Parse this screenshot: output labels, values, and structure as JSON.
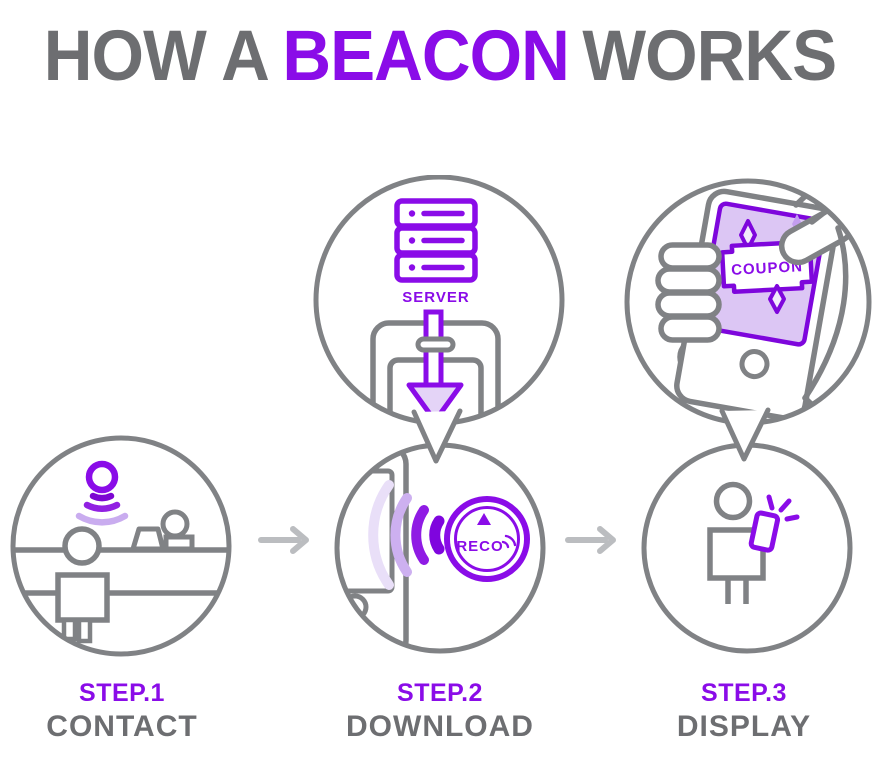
{
  "title": {
    "prefix": "HOW A",
    "highlight": "BEACON",
    "suffix": "WORKS"
  },
  "steps": [
    {
      "label": "STEP.1",
      "name": "CONTACT"
    },
    {
      "label": "STEP.2",
      "name": "DOWNLOAD"
    },
    {
      "label": "STEP.3",
      "name": "DISPLAY"
    }
  ],
  "scene2": {
    "server_label": "SERVER",
    "beacon_label": "RECO"
  },
  "scene3": {
    "coupon_label": "COUPON"
  },
  "colors": {
    "purple": "#8A0CE8",
    "light_purple_screen": "#DCC6F4",
    "arrowhead_fill": "#E4D4F7",
    "wave_pale": "#E9DFF8",
    "wave_light": "#CDB0F0",
    "outline_gray": "#808285",
    "text_gray": "#6D6E71",
    "flow_arrow_gray": "#BBBDC0"
  }
}
